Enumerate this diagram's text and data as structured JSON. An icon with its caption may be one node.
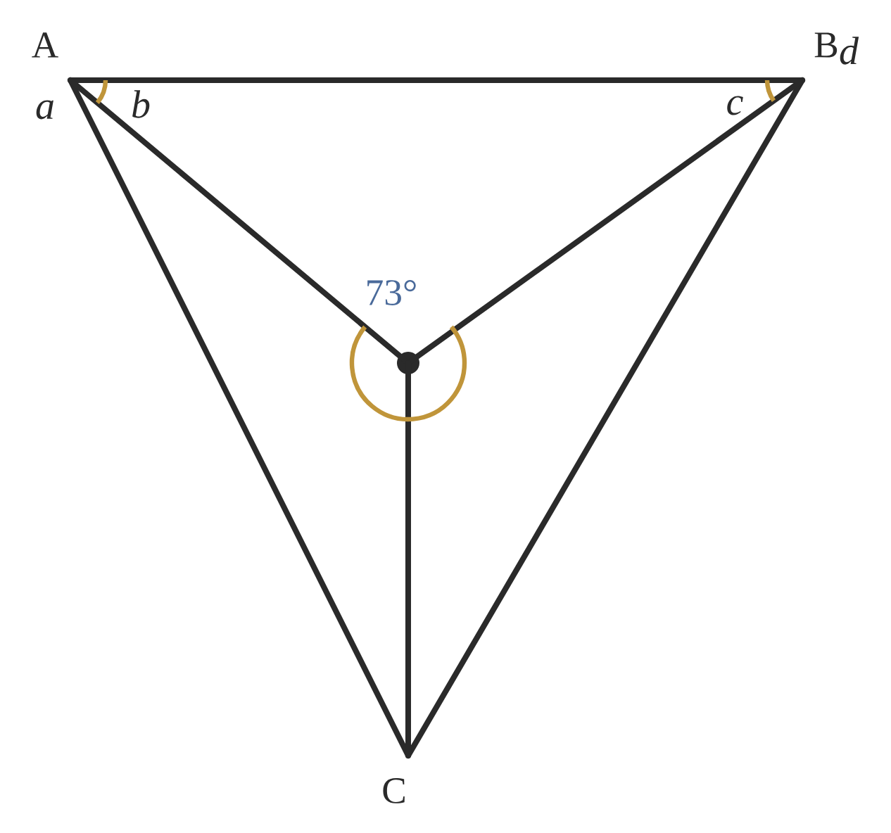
{
  "diagram": {
    "nodes": [
      {
        "text": [
          "A"
        ]
      },
      {
        "text": [
          "B"
        ]
      },
      {
        "text": [
          "C"
        ]
      },
      {
        "text": [],
        "shape": "circle"
      }
    ],
    "edges": [
      {
        "from": 0,
        "to": 1,
        "arrow": "none"
      },
      {
        "from": 0,
        "to": 2,
        "arrow": "none"
      },
      {
        "from": 1,
        "to": 2,
        "arrow": "none"
      },
      {
        "from": 0,
        "to": 3,
        "arrow": "none"
      },
      {
        "from": 1,
        "to": 3,
        "arrow": "none"
      },
      {
        "from": 2,
        "to": 3,
        "arrow": "none"
      }
    ],
    "labels": [
      "d",
      "a",
      "b",
      "c",
      "73°"
    ]
  }
}
